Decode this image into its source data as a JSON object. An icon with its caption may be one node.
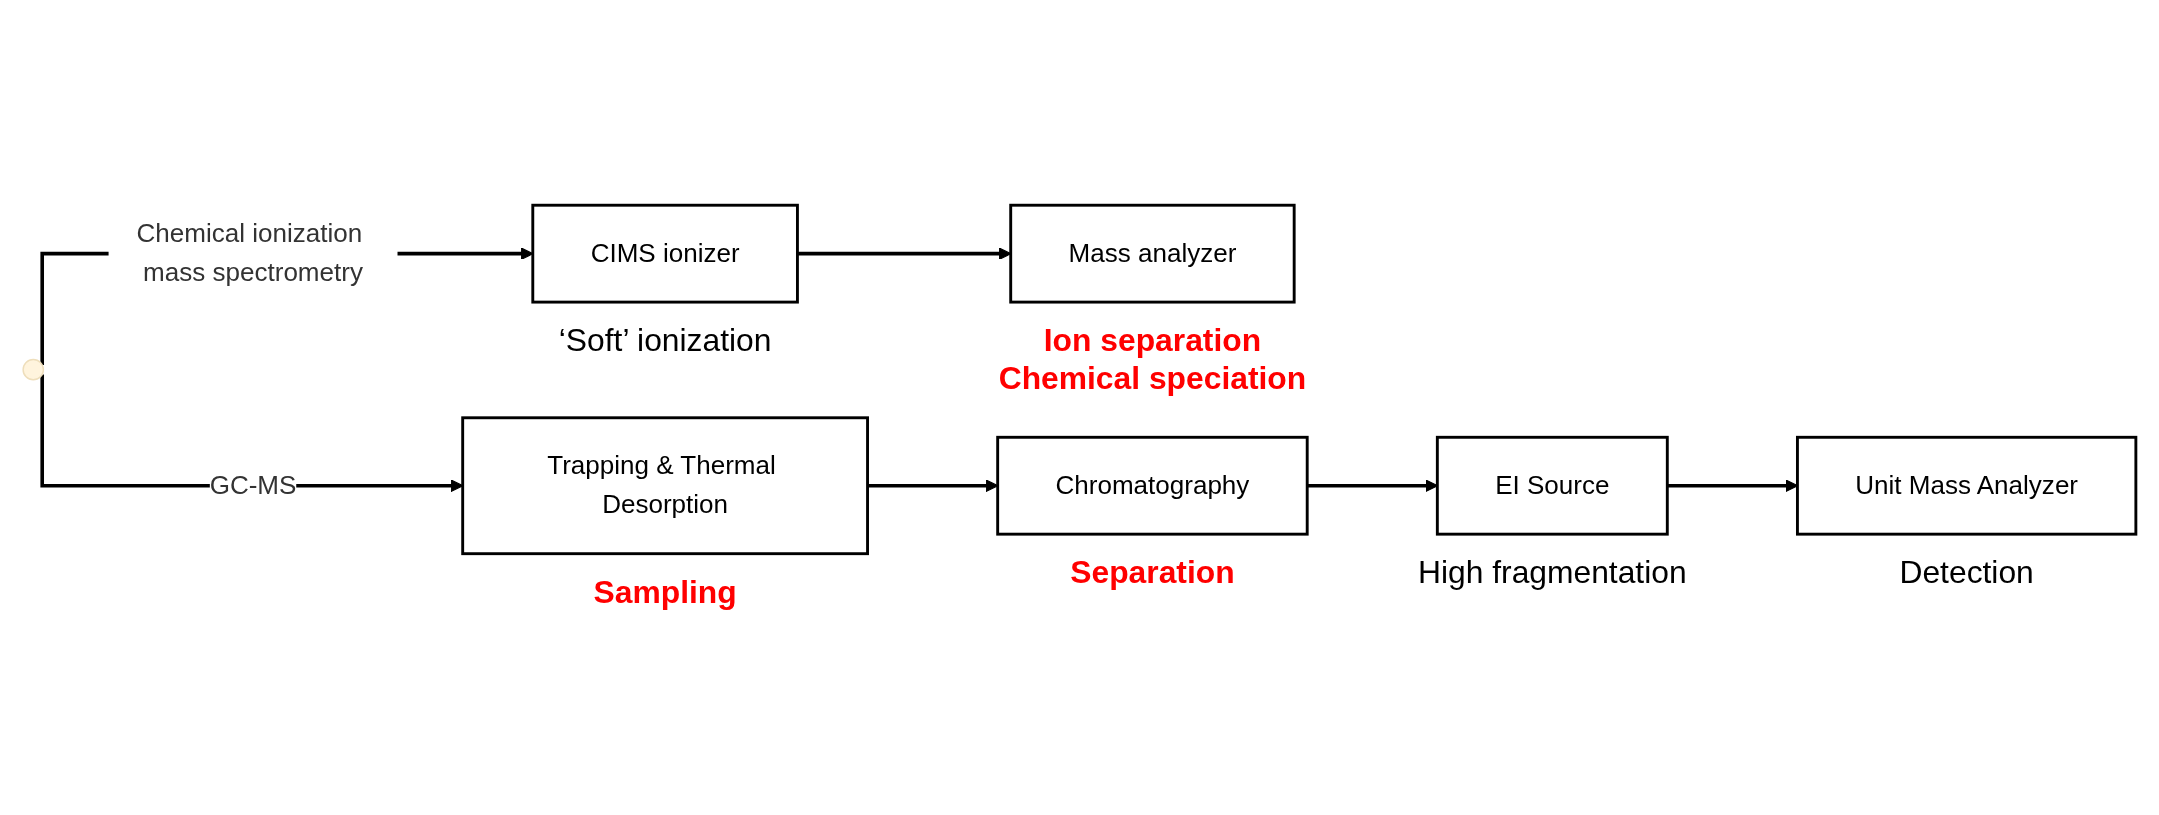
{
  "diagram": {
    "nodes": [
      {
        "text": [
          "CIMS ionizer"
        ],
        "beside": [
          "‘Soft’ ionization"
        ]
      },
      {
        "text": [
          "Mass analyzer"
        ],
        "beside": [
          "Ion separation",
          "Chemical speciation"
        ]
      },
      {
        "text": [
          "Trapping & Thermal Desorption"
        ],
        "beside": [
          "Sampling"
        ]
      },
      {
        "text": [
          "Chromatography"
        ],
        "beside": [
          "Separation"
        ]
      },
      {
        "text": [
          "EI Source"
        ],
        "beside": [
          "High fragmentation"
        ]
      },
      {
        "text": [
          "Unit Mass Analyzer"
        ],
        "beside": [
          "Detection"
        ]
      }
    ],
    "edges": [
      {
        "from": null,
        "to": 0,
        "arrow": "to",
        "label": "Chemical ionization mass spectrometry"
      },
      {
        "from": null,
        "to": 2,
        "arrow": "to",
        "label": "GC-MS"
      },
      {
        "from": 0,
        "to": 1,
        "arrow": "to"
      },
      {
        "from": 2,
        "to": 3,
        "arrow": "to"
      },
      {
        "from": 3,
        "to": 4,
        "arrow": "to"
      },
      {
        "from": 4,
        "to": 5,
        "arrow": "to"
      }
    ]
  }
}
